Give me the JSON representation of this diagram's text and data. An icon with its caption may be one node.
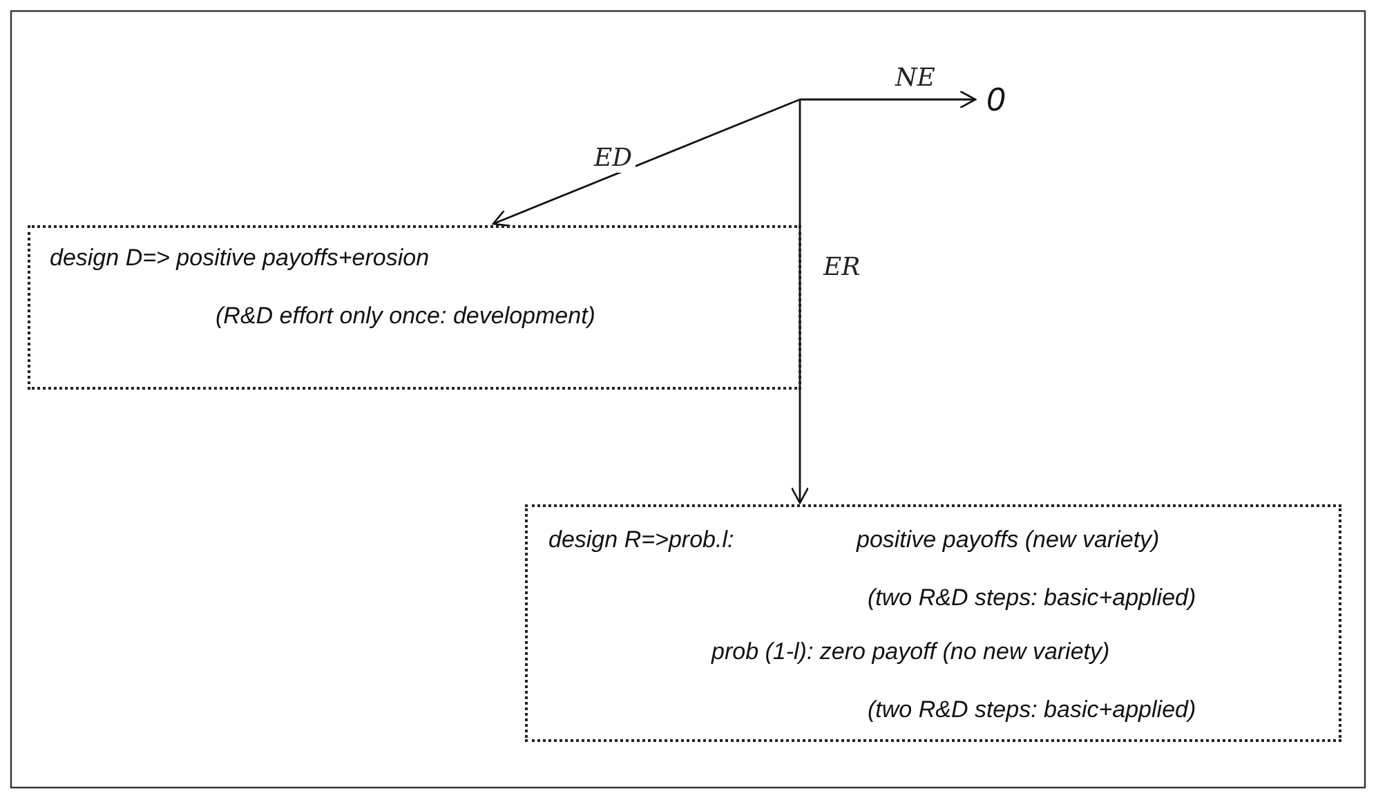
{
  "diagram": {
    "nodes": [
      {
        "text": [
          "0"
        ]
      },
      {
        "text": [
          "design D=> positive payoffs+erosion",
          "(R&D effort only once: development)"
        ]
      },
      {
        "text": [
          "design R=>prob.l:",
          "positive payoffs (new variety)",
          "(two R&D steps: basic+applied)",
          "prob (1-l): zero payoff (no new variety)",
          "(two R&D steps: basic+applied)"
        ]
      }
    ],
    "edges": [
      {
        "from": null,
        "to": 0,
        "arrow": "to",
        "label": "NE"
      },
      {
        "from": null,
        "to": 1,
        "arrow": "to",
        "label": "ED"
      },
      {
        "from": null,
        "to": 2,
        "arrow": "to",
        "label": "ER"
      }
    ]
  }
}
